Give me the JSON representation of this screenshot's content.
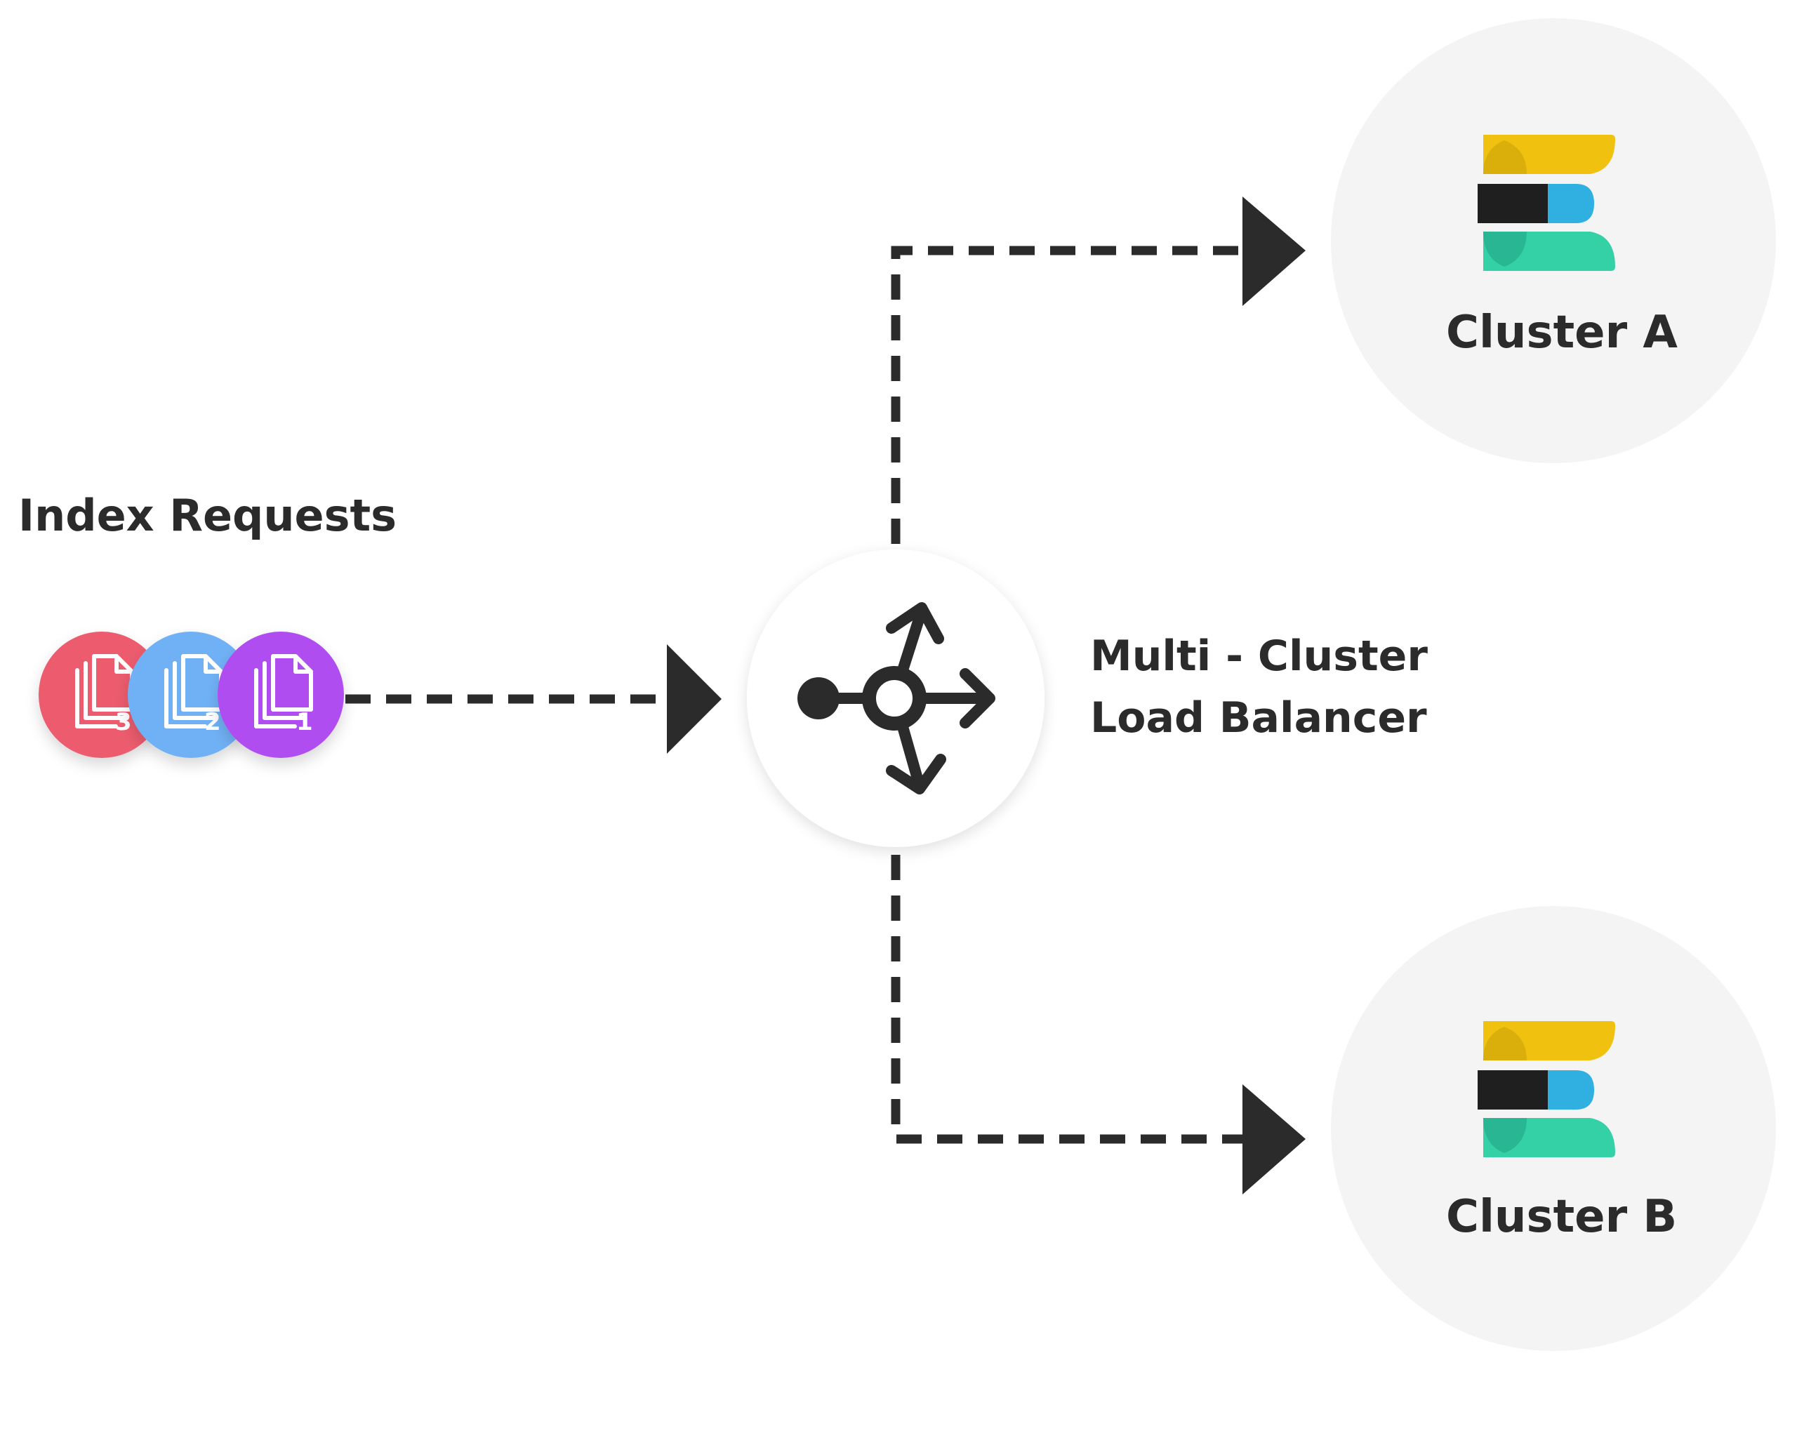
{
  "source": {
    "label": "Index Requests",
    "requests": [
      {
        "number": "3",
        "color": "#ec5b6e"
      },
      {
        "number": "2",
        "color": "#6fb1f5"
      },
      {
        "number": "1",
        "color": "#b04ef0"
      }
    ]
  },
  "load_balancer": {
    "label_line1": "Multi - Cluster",
    "label_line2": "Load Balancer",
    "icon": "route-split-icon"
  },
  "clusters": [
    {
      "label": "Cluster A",
      "icon": "elastic-logo-icon"
    },
    {
      "label": "Cluster B",
      "icon": "elastic-logo-icon"
    }
  ],
  "colors": {
    "line": "#2b2b2b",
    "node_bg": "#f4f4f4",
    "logo_yellow": "#f0c20f",
    "logo_blue": "#2fb0e0",
    "logo_teal": "#34d1a7",
    "logo_dark": "#1f1f1f"
  }
}
